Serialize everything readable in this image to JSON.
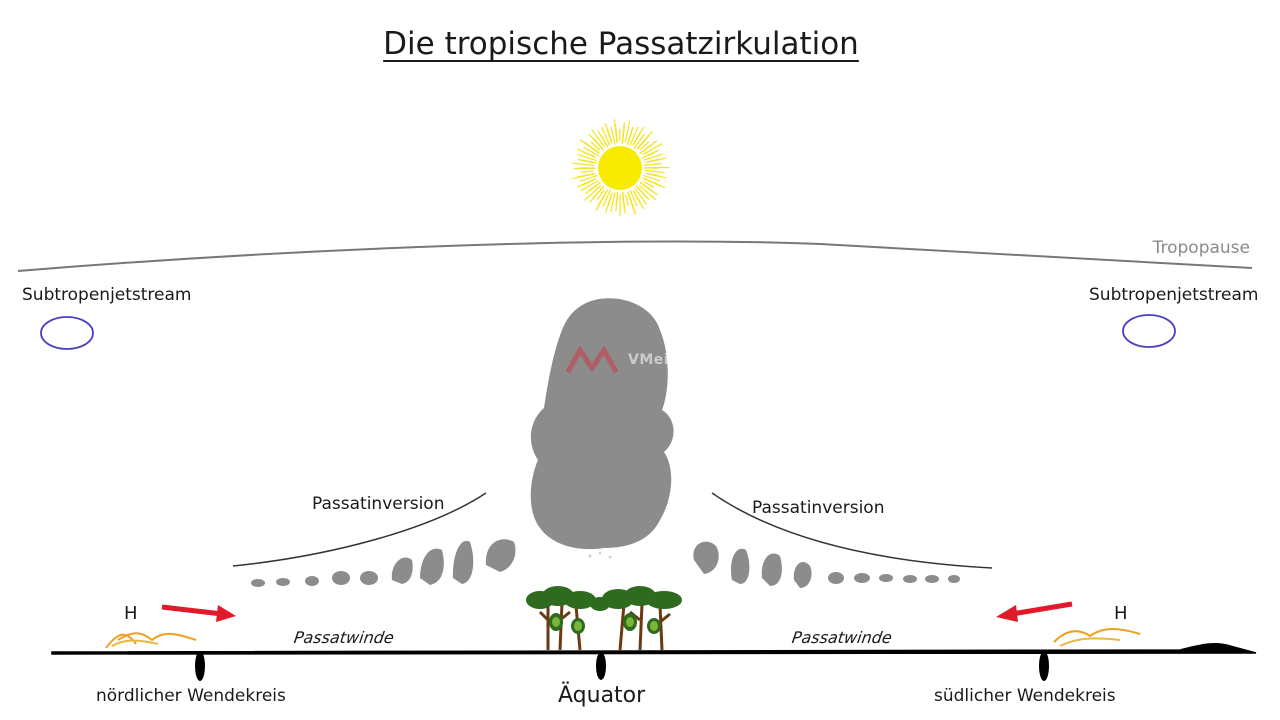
{
  "title": "Die tropische Passatzirkulation",
  "labels": {
    "tropopause": "Tropopause",
    "jet_left": "Subtropenjetstream",
    "jet_right": "Subtropenjetstream",
    "inversion_left": "Passatinversion",
    "inversion_right": "Passatinversion",
    "wind_left": "Passatwinde",
    "wind_right": "Passatwinde",
    "high_left": "H",
    "high_right": "H",
    "tropic_north": "nördlicher Wendekreis",
    "equator": "Äquator",
    "tropic_south": "südlicher Wendekreis",
    "watermark": "VMeisoft"
  },
  "colors": {
    "sun": "#f7ec00",
    "cloud": "#8c8c8c",
    "jet_ellipse": "#4a3fc4",
    "arrow": "#e0192b",
    "sand": "#f0a020",
    "tree_crown": "#2e6b1e",
    "ground": "#000000"
  },
  "icons": [
    "sun-icon",
    "cumulonimbus-cloud-icon",
    "rainforest-trees-icon",
    "trade-wind-arrow-icon",
    "dune-icon",
    "jetstream-ellipse-icon"
  ]
}
